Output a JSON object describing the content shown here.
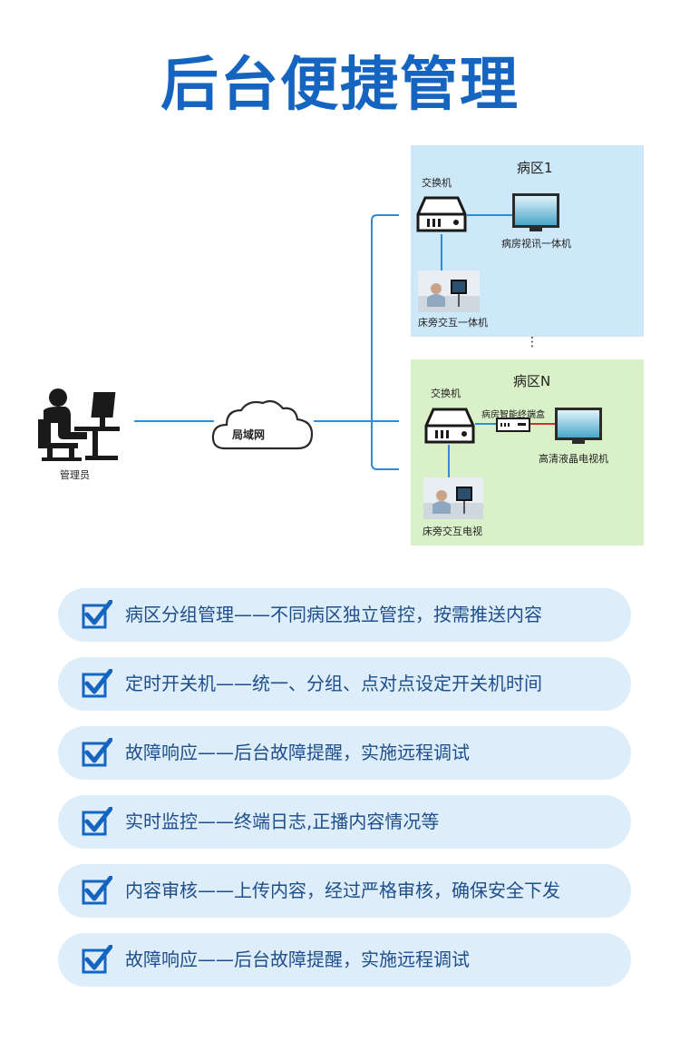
{
  "title": "后台便捷管理",
  "admin": {
    "label": "管理员"
  },
  "network": {
    "label": "局域网"
  },
  "ward1": {
    "title": "病区1",
    "switch_label": "交换机",
    "monitor_label": "病房视讯一体机",
    "bedside_label": "床旁交互一体机"
  },
  "ellipsis": "⋮",
  "wardN": {
    "title": "病区N",
    "switch_label": "交换机",
    "stb_label": "病房智能终端盒",
    "tv_label": "高清液晶电视机",
    "bedside_label": "床旁交互电视"
  },
  "features": [
    "病区分组管理——不同病区独立管控，按需推送内容",
    "定时开关机——统一、分组、点对点设定开关机时间",
    "故障响应——后台故障提醒，实施远程调试",
    "实时监控——终端日志,正播内容情况等",
    "内容审核——上传内容，经过严格审核，确保安全下发",
    "故障响应——后台故障提醒，实施远程调试"
  ],
  "colors": {
    "title": "#1565c0",
    "line": "#2a8fd8",
    "ward1_bg": "#cde8f8",
    "wardN_bg": "#daf0c8",
    "feature_bg": "#ddeefa",
    "feature_text": "#1f4e8c",
    "check": "#1565c0",
    "hdmi_line": "#d32f2f"
  }
}
